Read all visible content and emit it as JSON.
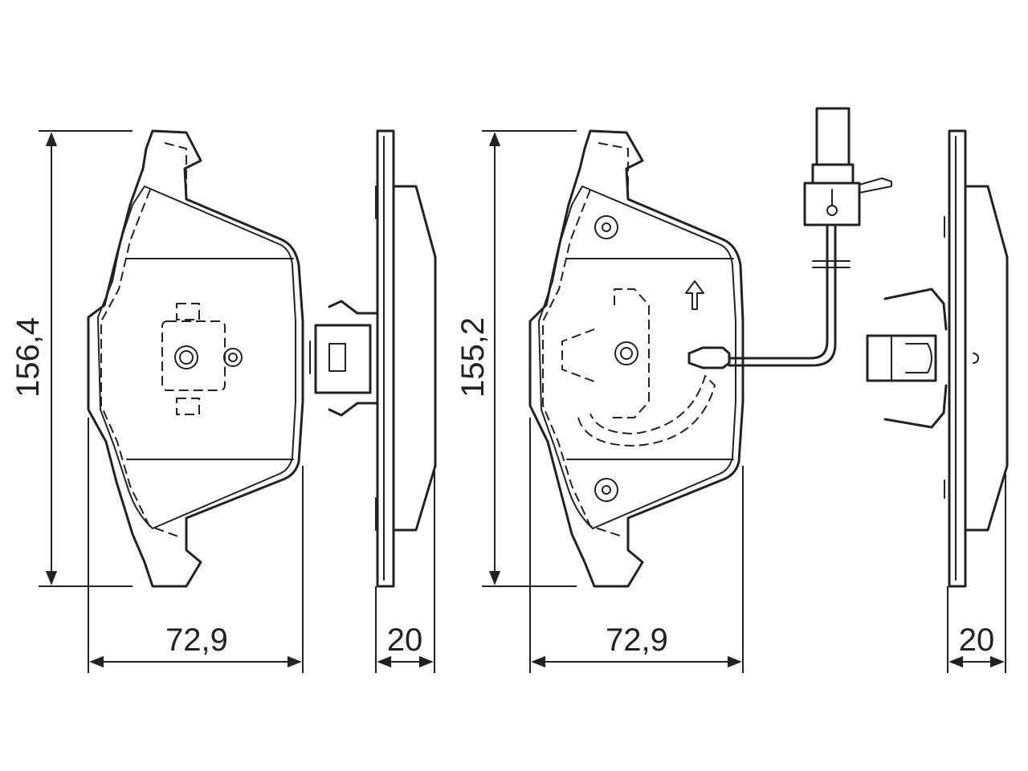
{
  "dimensions": {
    "left_pad_height": "156,4",
    "left_pad_width": "72,9",
    "left_pad_thickness": "20",
    "right_pad_height": "155,2",
    "right_pad_width": "72,9",
    "right_pad_thickness": "20"
  },
  "components": {
    "left_pad_front": "brake-pad-front-view",
    "left_pad_side": "brake-pad-side-view",
    "right_pad_front": "brake-pad-with-sensor-front-view",
    "right_pad_side": "brake-pad-with-clip-side-view",
    "wear_sensor": "wear-sensor-icon"
  },
  "colors": {
    "line": "#222222",
    "background": "#ffffff"
  }
}
